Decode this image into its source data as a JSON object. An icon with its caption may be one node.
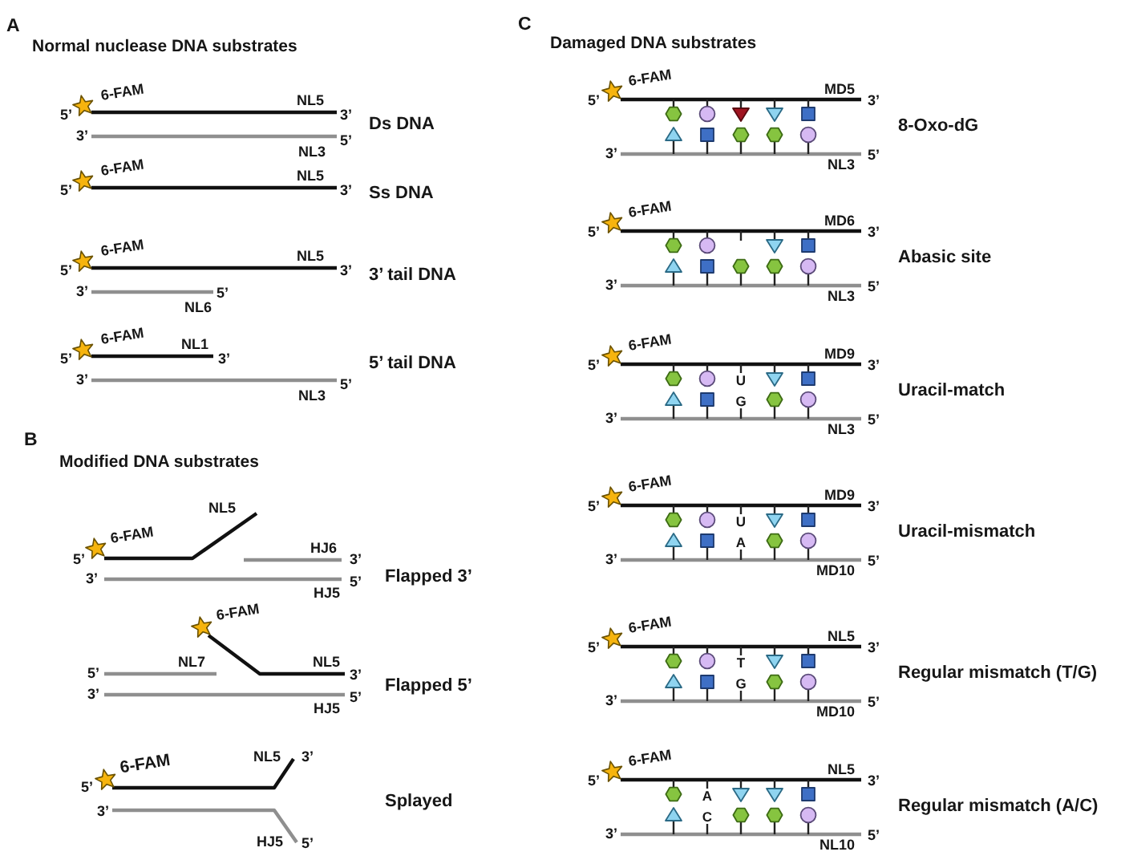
{
  "diagram": {
    "labels": [
      "A",
      "Normal nuclease DNA substrates",
      "6-FAM",
      "NL5",
      "5’",
      "3’",
      "Ds DNA",
      "3’",
      "5’",
      "NL3",
      "6-FAM",
      "NL5",
      "5’",
      "3’",
      "Ss DNA",
      "6-FAM",
      "NL5",
      "5’",
      "3’",
      "3’ tail DNA",
      "3’",
      "5’",
      "NL6",
      "6-FAM",
      "NL1",
      "5’",
      "3’",
      "5’ tail DNA",
      "3’",
      "5’",
      "NL3",
      "B",
      "Modified DNA substrates",
      "NL5",
      "6-FAM",
      "5’",
      "HJ6",
      "3’",
      "Flapped 3’",
      "3’",
      "5’",
      "HJ5",
      "6-FAM",
      "NL7",
      "NL5",
      "5’",
      "3’",
      "Flapped 5’",
      "3’",
      "5’",
      "HJ5",
      "6-FAM",
      "NL5",
      "3’",
      "5’",
      "Splayed",
      "3’",
      "HJ5",
      "5’",
      "C",
      "Damaged DNA substrates",
      "6-FAM",
      "MD5",
      "5’",
      "3’",
      "8-Oxo-dG",
      "3’",
      "5’",
      "NL3",
      "6-FAM",
      "MD6",
      "5’",
      "3’",
      "Abasic site",
      "3’",
      "5’",
      "NL3",
      "6-FAM",
      "MD9",
      "5’",
      "3’",
      "U",
      "Uracil-match",
      "G",
      "3’",
      "5’",
      "NL3",
      "6-FAM",
      "MD9",
      "5’",
      "3’",
      "U",
      "Uracil-mismatch",
      "A",
      "3’",
      "5’",
      "MD10",
      "6-FAM",
      "NL5",
      "5’",
      "3’",
      "T",
      "Regular mismatch (T/G)",
      "G",
      "3’",
      "5’",
      "MD10",
      "6-FAM",
      "NL5",
      "5’",
      "3’",
      "A",
      "Regular mismatch (A/C)",
      "C",
      "3’",
      "5’",
      "NL10"
    ]
  }
}
